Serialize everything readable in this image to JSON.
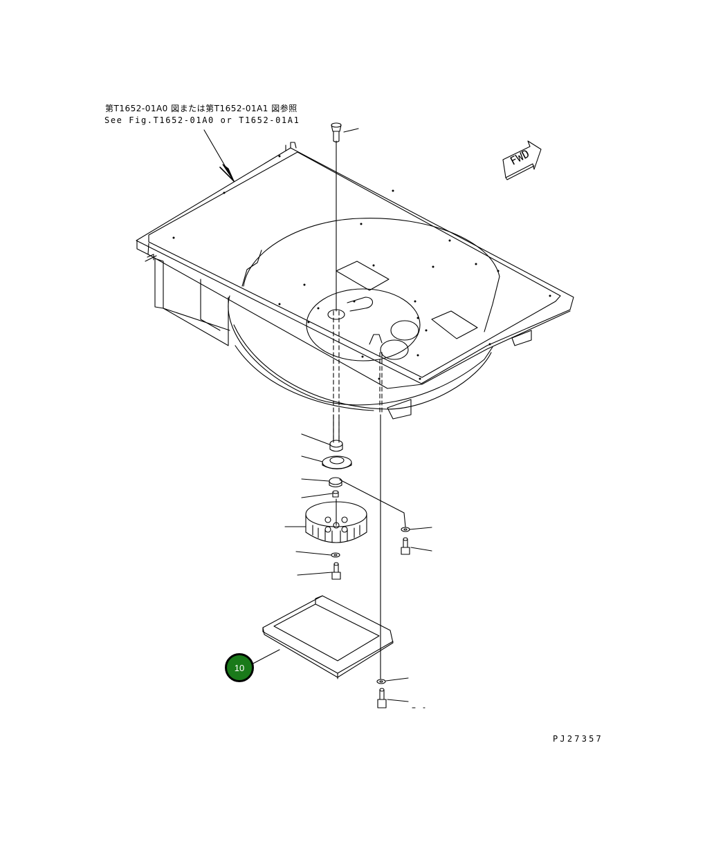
{
  "reference": {
    "japanese": "第T1652-01A0 図または第T1652-01A1 図参照",
    "english": "See Fig.T1652-01A0 or T1652-01A1"
  },
  "direction_arrow": {
    "label": "FWD",
    "icon": "fwd-arrow-icon"
  },
  "drawing_id": "PJ27357",
  "callout": {
    "number": "10",
    "color": "#1a7a1a"
  },
  "colors": {
    "line": "#000000",
    "background": "#ffffff"
  }
}
